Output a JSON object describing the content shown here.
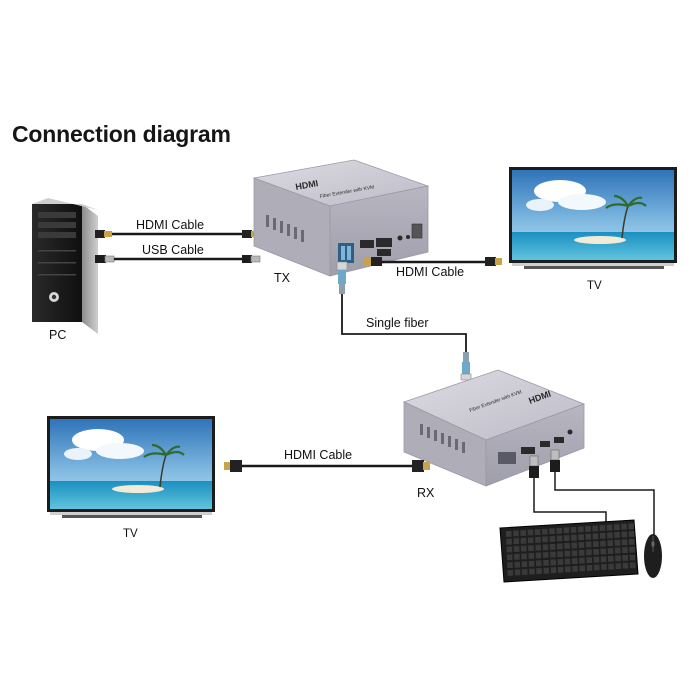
{
  "title": "Connection diagram",
  "labels": {
    "pc": "PC",
    "tx": "TX",
    "rx": "RX",
    "tv_top": "TV",
    "tv_bottom": "TV",
    "hdmi_pc_tx": "HDMI Cable",
    "usb_pc_tx": "USB Cable",
    "hdmi_tx_tv": "HDMI Cable",
    "fiber": "Single fiber",
    "hdmi_rx_tv": "HDMI Cable"
  },
  "device_text": {
    "brand": "HDMI",
    "tx_model": "Fiber Extender with KVM",
    "rx_model": "Fiber Extender with KVM"
  },
  "colors": {
    "device_body": "#b9b8c2",
    "device_top": "#d4d3dc",
    "cable": "#1a1a1a",
    "fiber_connector": "#6fa9c9",
    "sky": "#3f86c4",
    "sea": "#1fa0c8"
  }
}
